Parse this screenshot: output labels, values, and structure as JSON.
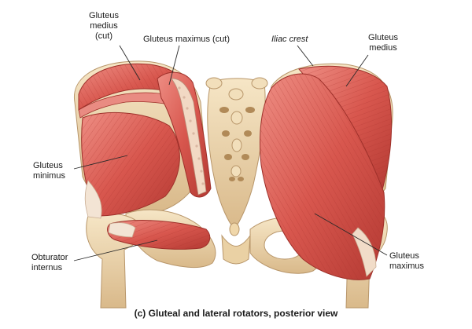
{
  "labels": {
    "gluteus_medius_cut": [
      "Gluteus",
      "medius",
      "(cut)"
    ],
    "gluteus_maximus_cut": "Gluteus maximus (cut)",
    "iliac_crest": "Iliac crest",
    "gluteus_medius": [
      "Gluteus",
      "medius"
    ],
    "gluteus_minimus": [
      "Gluteus",
      "minimus"
    ],
    "obturator_internus": [
      "Obturator",
      "internus"
    ],
    "gluteus_maximus": [
      "Gluteus",
      "maximus"
    ]
  },
  "caption": "(c) Gluteal and lateral rotators, posterior view",
  "colors": {
    "muscle": "#d8574e",
    "muscle_dark": "#b43a33",
    "muscle_light": "#ec8a7f",
    "bone": "#efd9b0",
    "bone_shadow": "#c9a877",
    "tendon": "#f1e3d3",
    "leader": "#2a2a2a"
  }
}
